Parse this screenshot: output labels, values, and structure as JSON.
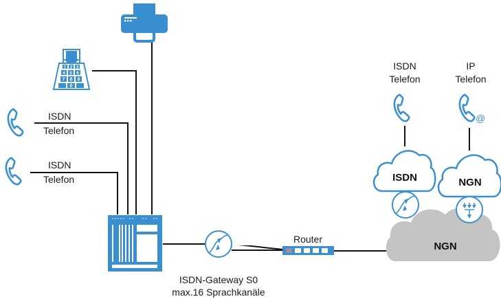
{
  "diagram": {
    "colors": {
      "accent_blue": "#3a8fd0",
      "cloud_gray": "#c4c4c4",
      "wire": "#111111",
      "router_port_active": "#9b8fa0",
      "router_port": "#fffbe8"
    },
    "left_devices": {
      "fax": {
        "icon": "fax-icon"
      },
      "keypad_phone": {
        "icon": "keypad-phone-icon",
        "keys": [
          "1",
          "2",
          "3",
          "4",
          "5",
          "6",
          "7",
          "8",
          "9",
          "0"
        ]
      },
      "phone_1": {
        "icon": "phone-handset-icon",
        "label_line1": "ISDN",
        "label_line2": "Telefon"
      },
      "phone_2": {
        "icon": "phone-handset-icon",
        "label_line1": "ISDN",
        "label_line2": "Telefon"
      }
    },
    "pbx": {
      "icon": "pbx-device-icon"
    },
    "gateway": {
      "icon": "gateway-converter-icon",
      "label_line1": "ISDN-Gateway S0",
      "label_line2": "max.16 Sprachkanäle"
    },
    "router": {
      "icon": "router-icon",
      "label": "Router",
      "ports": 5
    },
    "right_side": {
      "isdn_phone": {
        "icon": "phone-handset-icon",
        "label_line1": "ISDN",
        "label_line2": "Telefon"
      },
      "ip_phone": {
        "icon": "ip-phone-icon",
        "label_line1": "IP",
        "label_line2": "Telefon",
        "badge": "@"
      },
      "isdn_cloud": {
        "label": "ISDN"
      },
      "ngn_cloud": {
        "label": "NGN"
      },
      "isdn_converter": {
        "icon": "gateway-converter-icon"
      },
      "ngn_converter": {
        "icon": "multiplexer-icon"
      },
      "main_cloud": {
        "label": "NGN"
      }
    }
  }
}
